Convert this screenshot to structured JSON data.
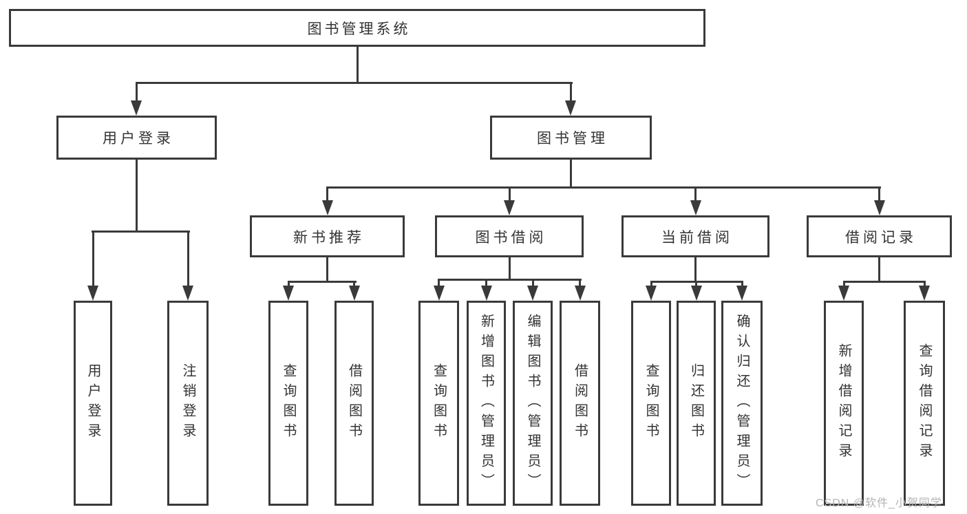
{
  "diagram": {
    "title": "图书管理系统",
    "colors": {
      "background": "#ffffff",
      "line": "#3a3a3a",
      "text": "#333333",
      "watermark": "#b3b3b3"
    },
    "root": {
      "label": "图书管理系统"
    },
    "level2": [
      {
        "label": "用户登录"
      },
      {
        "label": "图书管理"
      }
    ],
    "level3": [
      {
        "label": "新书推荐"
      },
      {
        "label": "图书借阅"
      },
      {
        "label": "当前借阅"
      },
      {
        "label": "借阅记录"
      }
    ],
    "leaves": {
      "user_login": [
        {
          "label": "用户登录"
        },
        {
          "label": "注销登录"
        }
      ],
      "new_books": [
        {
          "label": "查询图书"
        },
        {
          "label": "借阅图书"
        }
      ],
      "book_borrow": [
        {
          "label": "查询图书"
        },
        {
          "label": "新增图书（管理员）"
        },
        {
          "label": "编辑图书（管理员）"
        },
        {
          "label": "借阅图书"
        }
      ],
      "current_borrow": [
        {
          "label": "查询图书"
        },
        {
          "label": "归还图书"
        },
        {
          "label": "确认归还（管理员）"
        }
      ],
      "borrow_records": [
        {
          "label": "新增借阅记录"
        },
        {
          "label": "查询借阅记录"
        }
      ]
    },
    "watermark": "CSDN @软件_小贺同学"
  }
}
